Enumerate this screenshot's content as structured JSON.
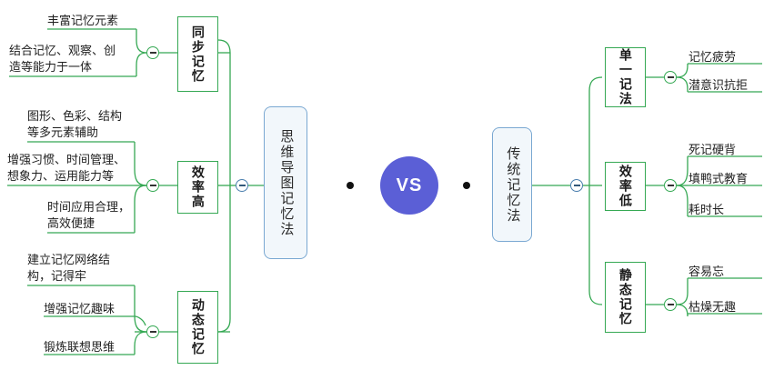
{
  "title": "思维导图记忆法 VS 传统记忆法",
  "colors": {
    "branch_green": "#35a853",
    "center_border": "#7aa8d2",
    "center_fill": "#f2f7fb",
    "vs_purple": "#5b5fd6",
    "dot": "#111111",
    "text": "#1f1f1f"
  },
  "center": {
    "left_node": "思维导图记忆法",
    "right_node": "传统记忆法",
    "vs_label": "VS"
  },
  "left_branch": {
    "topics": [
      {
        "label": "同步记忆",
        "leaves": [
          "丰富记忆元素",
          "结合记忆、观察、创\n造等能力于一体"
        ]
      },
      {
        "label": "效率高",
        "leaves": [
          "图形、色彩、结构\n等多元素辅助",
          "增强习惯、时间管理、\n想象力、运用能力等",
          "时间应用合理，\n高效便捷"
        ]
      },
      {
        "label": "动态记忆",
        "leaves": [
          "建立记忆网络结\n构，记得牢",
          "增强记忆趣味",
          "锻炼联想思维"
        ]
      }
    ]
  },
  "right_branch": {
    "topics": [
      {
        "label": "单一记法",
        "leaves": [
          "记忆疲劳",
          "潜意识抗拒"
        ]
      },
      {
        "label": "效率低",
        "leaves": [
          "死记硬背",
          "填鸭式教育",
          "耗时长"
        ]
      },
      {
        "label": "静态记忆",
        "leaves": [
          "容易忘",
          "枯燥无趣"
        ]
      }
    ]
  },
  "toggles": {
    "collapse_symbol": "−",
    "count": 9
  }
}
